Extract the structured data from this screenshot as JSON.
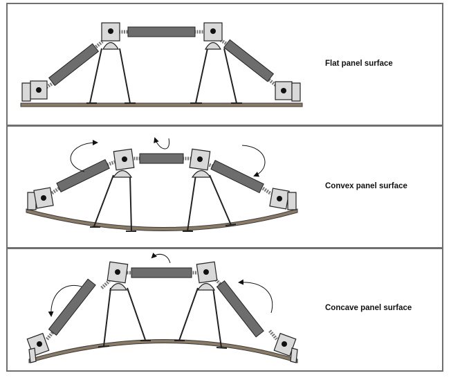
{
  "panels": [
    {
      "label": "Flat panel surface"
    },
    {
      "label": "Convex panel surface"
    },
    {
      "label": "Concave panel surface"
    }
  ],
  "colors": {
    "frame": "#6f6f6f",
    "actuator_body": "#6d6d6d",
    "bracket_fill": "#d9d9d9",
    "panel_base": "#8a7b66"
  },
  "icons": [
    "bracket-icon",
    "actuator-icon",
    "rotation-arrow-icon"
  ]
}
